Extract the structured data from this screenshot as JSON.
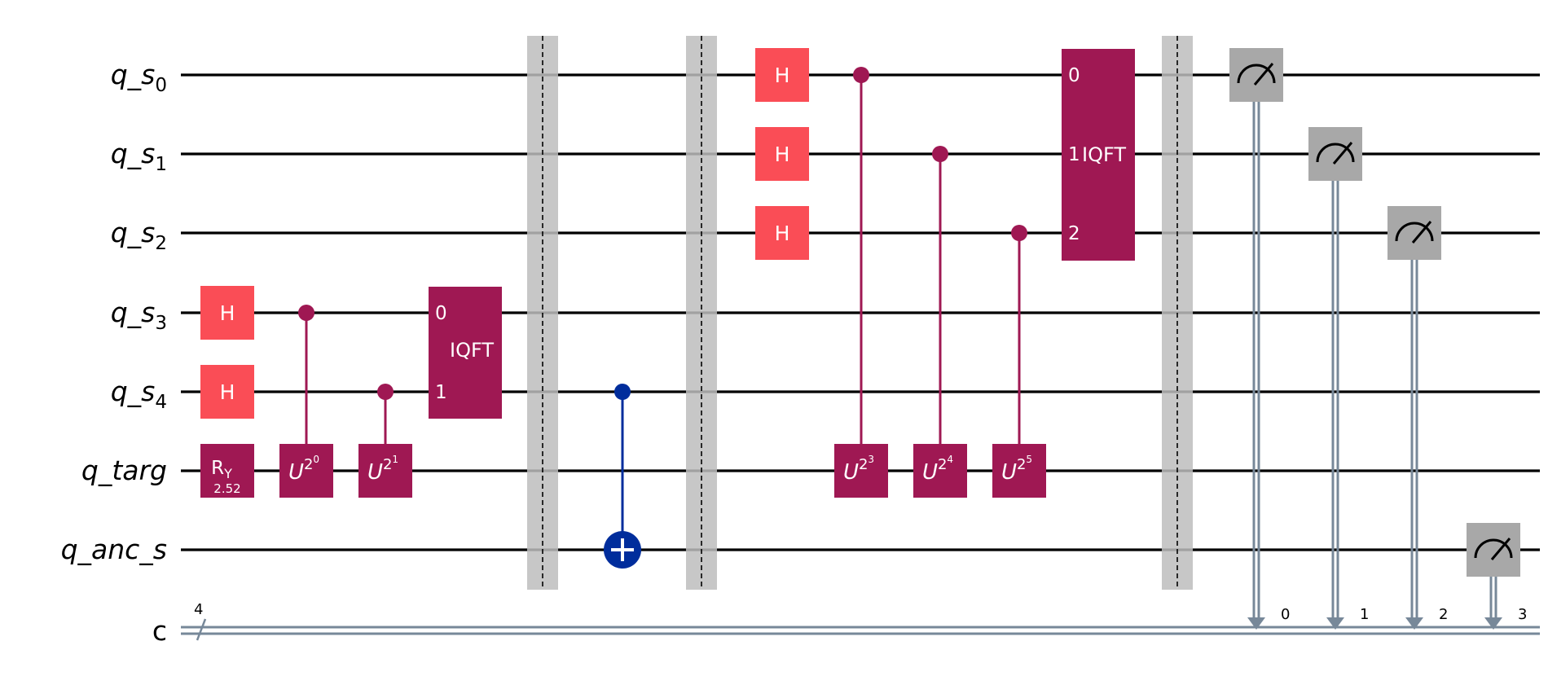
{
  "qubits": [
    {
      "base": "q_s",
      "sub": "0"
    },
    {
      "base": "q_s",
      "sub": "1"
    },
    {
      "base": "q_s",
      "sub": "2"
    },
    {
      "base": "q_s",
      "sub": "3"
    },
    {
      "base": "q_s",
      "sub": "4"
    },
    {
      "base": "q_targ",
      "sub": ""
    },
    {
      "base": "q_anc_s",
      "sub": ""
    }
  ],
  "classical": {
    "label": "c",
    "width": "4",
    "bits": [
      "0",
      "1",
      "2",
      "3"
    ]
  },
  "gate_labels": {
    "h": "H",
    "ry": "R",
    "ry_sub": "Y",
    "ry_param": "2.52",
    "u": "U",
    "u_powers": [
      "0",
      "1",
      "3",
      "4",
      "5"
    ],
    "iqft": "IQFT",
    "iqft_ports": [
      "0",
      "1",
      "2"
    ]
  },
  "colors": {
    "h_gate": "#fa4d56",
    "param_gate": "#9f1853",
    "cnot": "#002d9c",
    "measure": "#a8a8a8",
    "classical_wire": "#778899",
    "barrier": "#bdbdbd"
  }
}
